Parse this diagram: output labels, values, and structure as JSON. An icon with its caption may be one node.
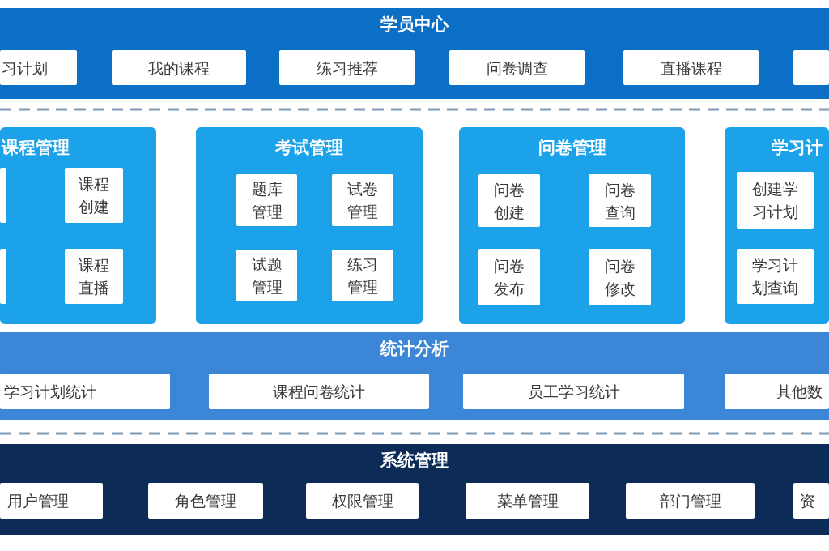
{
  "diagram": {
    "nodes": [
      {
        "text": [
          "学员中心"
        ]
      },
      {
        "text": [
          "习计划"
        ],
        "in": 0
      },
      {
        "text": [
          "我的课程"
        ],
        "in": 0
      },
      {
        "text": [
          "练习推荐"
        ],
        "in": 0
      },
      {
        "text": [
          "问卷调查"
        ],
        "in": 0
      },
      {
        "text": [
          "直播课程"
        ],
        "in": 0
      },
      {
        "text": [],
        "shape": "box",
        "in": 0
      },
      {
        "text": [
          "课程管理"
        ]
      },
      {
        "text": [],
        "shape": "box",
        "in": 7
      },
      {
        "text": [
          "课程创建"
        ],
        "in": 7
      },
      {
        "text": [],
        "shape": "box",
        "in": 7
      },
      {
        "text": [
          "课程直播"
        ],
        "in": 7
      },
      {
        "text": [
          "考试管理"
        ]
      },
      {
        "text": [
          "题库管理"
        ],
        "in": 12
      },
      {
        "text": [
          "试卷管理"
        ],
        "in": 12
      },
      {
        "text": [
          "试题管理"
        ],
        "in": 12
      },
      {
        "text": [
          "练习管理"
        ],
        "in": 12
      },
      {
        "text": [
          "问卷管理"
        ]
      },
      {
        "text": [
          "问卷创建"
        ],
        "in": 17
      },
      {
        "text": [
          "问卷查询"
        ],
        "in": 17
      },
      {
        "text": [
          "问卷发布"
        ],
        "in": 17
      },
      {
        "text": [
          "问卷修改"
        ],
        "in": 17
      },
      {
        "text": [
          "学习计"
        ]
      },
      {
        "text": [
          "创建学习计划"
        ],
        "in": 22
      },
      {
        "text": [
          "学习计划查询"
        ],
        "in": 22
      },
      {
        "text": [
          "统计分析"
        ]
      },
      {
        "text": [
          "学习计划统计"
        ],
        "in": 25
      },
      {
        "text": [
          "课程问卷统计"
        ],
        "in": 25
      },
      {
        "text": [
          "员工学习统计"
        ],
        "in": 25
      },
      {
        "text": [
          "其他数"
        ],
        "in": 25
      },
      {
        "text": [
          "系统管理"
        ]
      },
      {
        "text": [
          "用户管理"
        ],
        "in": 30
      },
      {
        "text": [
          "角色管理"
        ],
        "in": 30
      },
      {
        "text": [
          "权限管理"
        ],
        "in": 30
      },
      {
        "text": [
          "菜单管理"
        ],
        "in": 30
      },
      {
        "text": [
          "部门管理"
        ],
        "in": 30
      },
      {
        "text": [
          "资"
        ],
        "in": 30
      }
    ]
  }
}
